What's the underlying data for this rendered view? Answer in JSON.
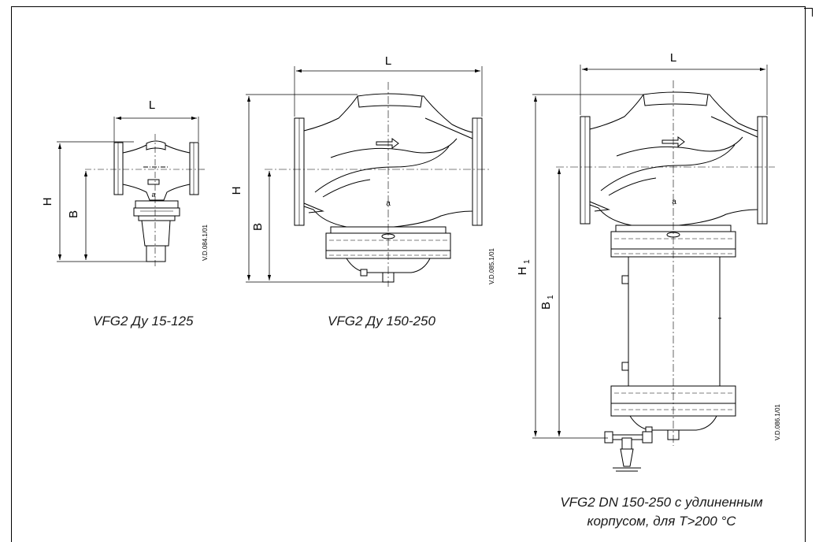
{
  "dim_labels": {
    "length": "L",
    "height": "H",
    "axis_height": "B",
    "height_extended": "H",
    "axis_height_extended": "B",
    "subscript": "1"
  },
  "drawing_codes": {
    "small": "V.D.084.1/01",
    "medium": "V.D.085.1/01",
    "extended": "V.D.086.1/01"
  },
  "captions": {
    "small": "VFG2 Ду 15-125",
    "medium": "VFG2 Ду 150-250",
    "extended_line1": "VFG2 DN 150-250 с удлиненным",
    "extended_line2": "корпусом, для T>200 °C"
  }
}
